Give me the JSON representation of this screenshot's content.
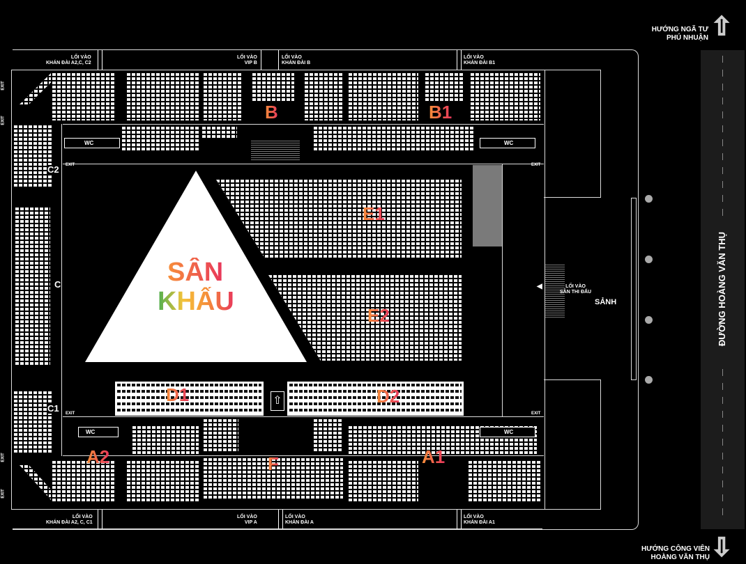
{
  "stage": {
    "line1": "SÂN",
    "line2": "KHẤU"
  },
  "sections": {
    "B": "B",
    "B1": "B1",
    "A1": "A1",
    "A2": "A2",
    "F": "F",
    "C": "C",
    "C1": "C1",
    "C2": "C2",
    "D1": "D1",
    "D2": "D2",
    "E1": "E1",
    "E2": "E2"
  },
  "entrances": {
    "top_a2_c_c2": {
      "l1": "LỐI VÀO",
      "l2": "KHÁN ĐÀI A2,C, C2"
    },
    "top_vip_b": {
      "l1": "LỐI VÀO",
      "l2": "VIP B"
    },
    "top_b": {
      "l1": "LỐI VÀO",
      "l2": "KHÁN ĐÀI B"
    },
    "top_b1": {
      "l1": "LỐI VÀO",
      "l2": "KHÁN ĐÀI B1"
    },
    "bottom_a2_c_c1": {
      "l1": "LỐI VÀO",
      "l2": "KHÁN ĐÀI A2, C, C1"
    },
    "bottom_vip_a": {
      "l1": "LỐI VÀO",
      "l2": "VIP A"
    },
    "bottom_a": {
      "l1": "LỐI VÀO",
      "l2": "KHÁN ĐÀI A"
    },
    "bottom_a1": {
      "l1": "LỐI VÀO",
      "l2": "KHÁN ĐÀI A1"
    },
    "arena": {
      "l1": "LỐI VÀO",
      "l2": "SÂN THI ĐẤU"
    }
  },
  "exit_label": "EXIT",
  "wc_label": "WC",
  "lobby": "SẢNH",
  "road": "ĐƯỜNG HOÀNG VĂN THỤ",
  "direction_north": {
    "l1": "HƯỚNG NGÃ TƯ",
    "l2": "PHÚ NHUẬN"
  },
  "direction_south": {
    "l1": "HƯỚNG CÔNG VIÊN",
    "l2": "HOÀNG VĂN THỤ"
  },
  "colors": {
    "label_from": "#f7903a",
    "label_to": "#e8365b",
    "road": "#1c1c1c"
  }
}
